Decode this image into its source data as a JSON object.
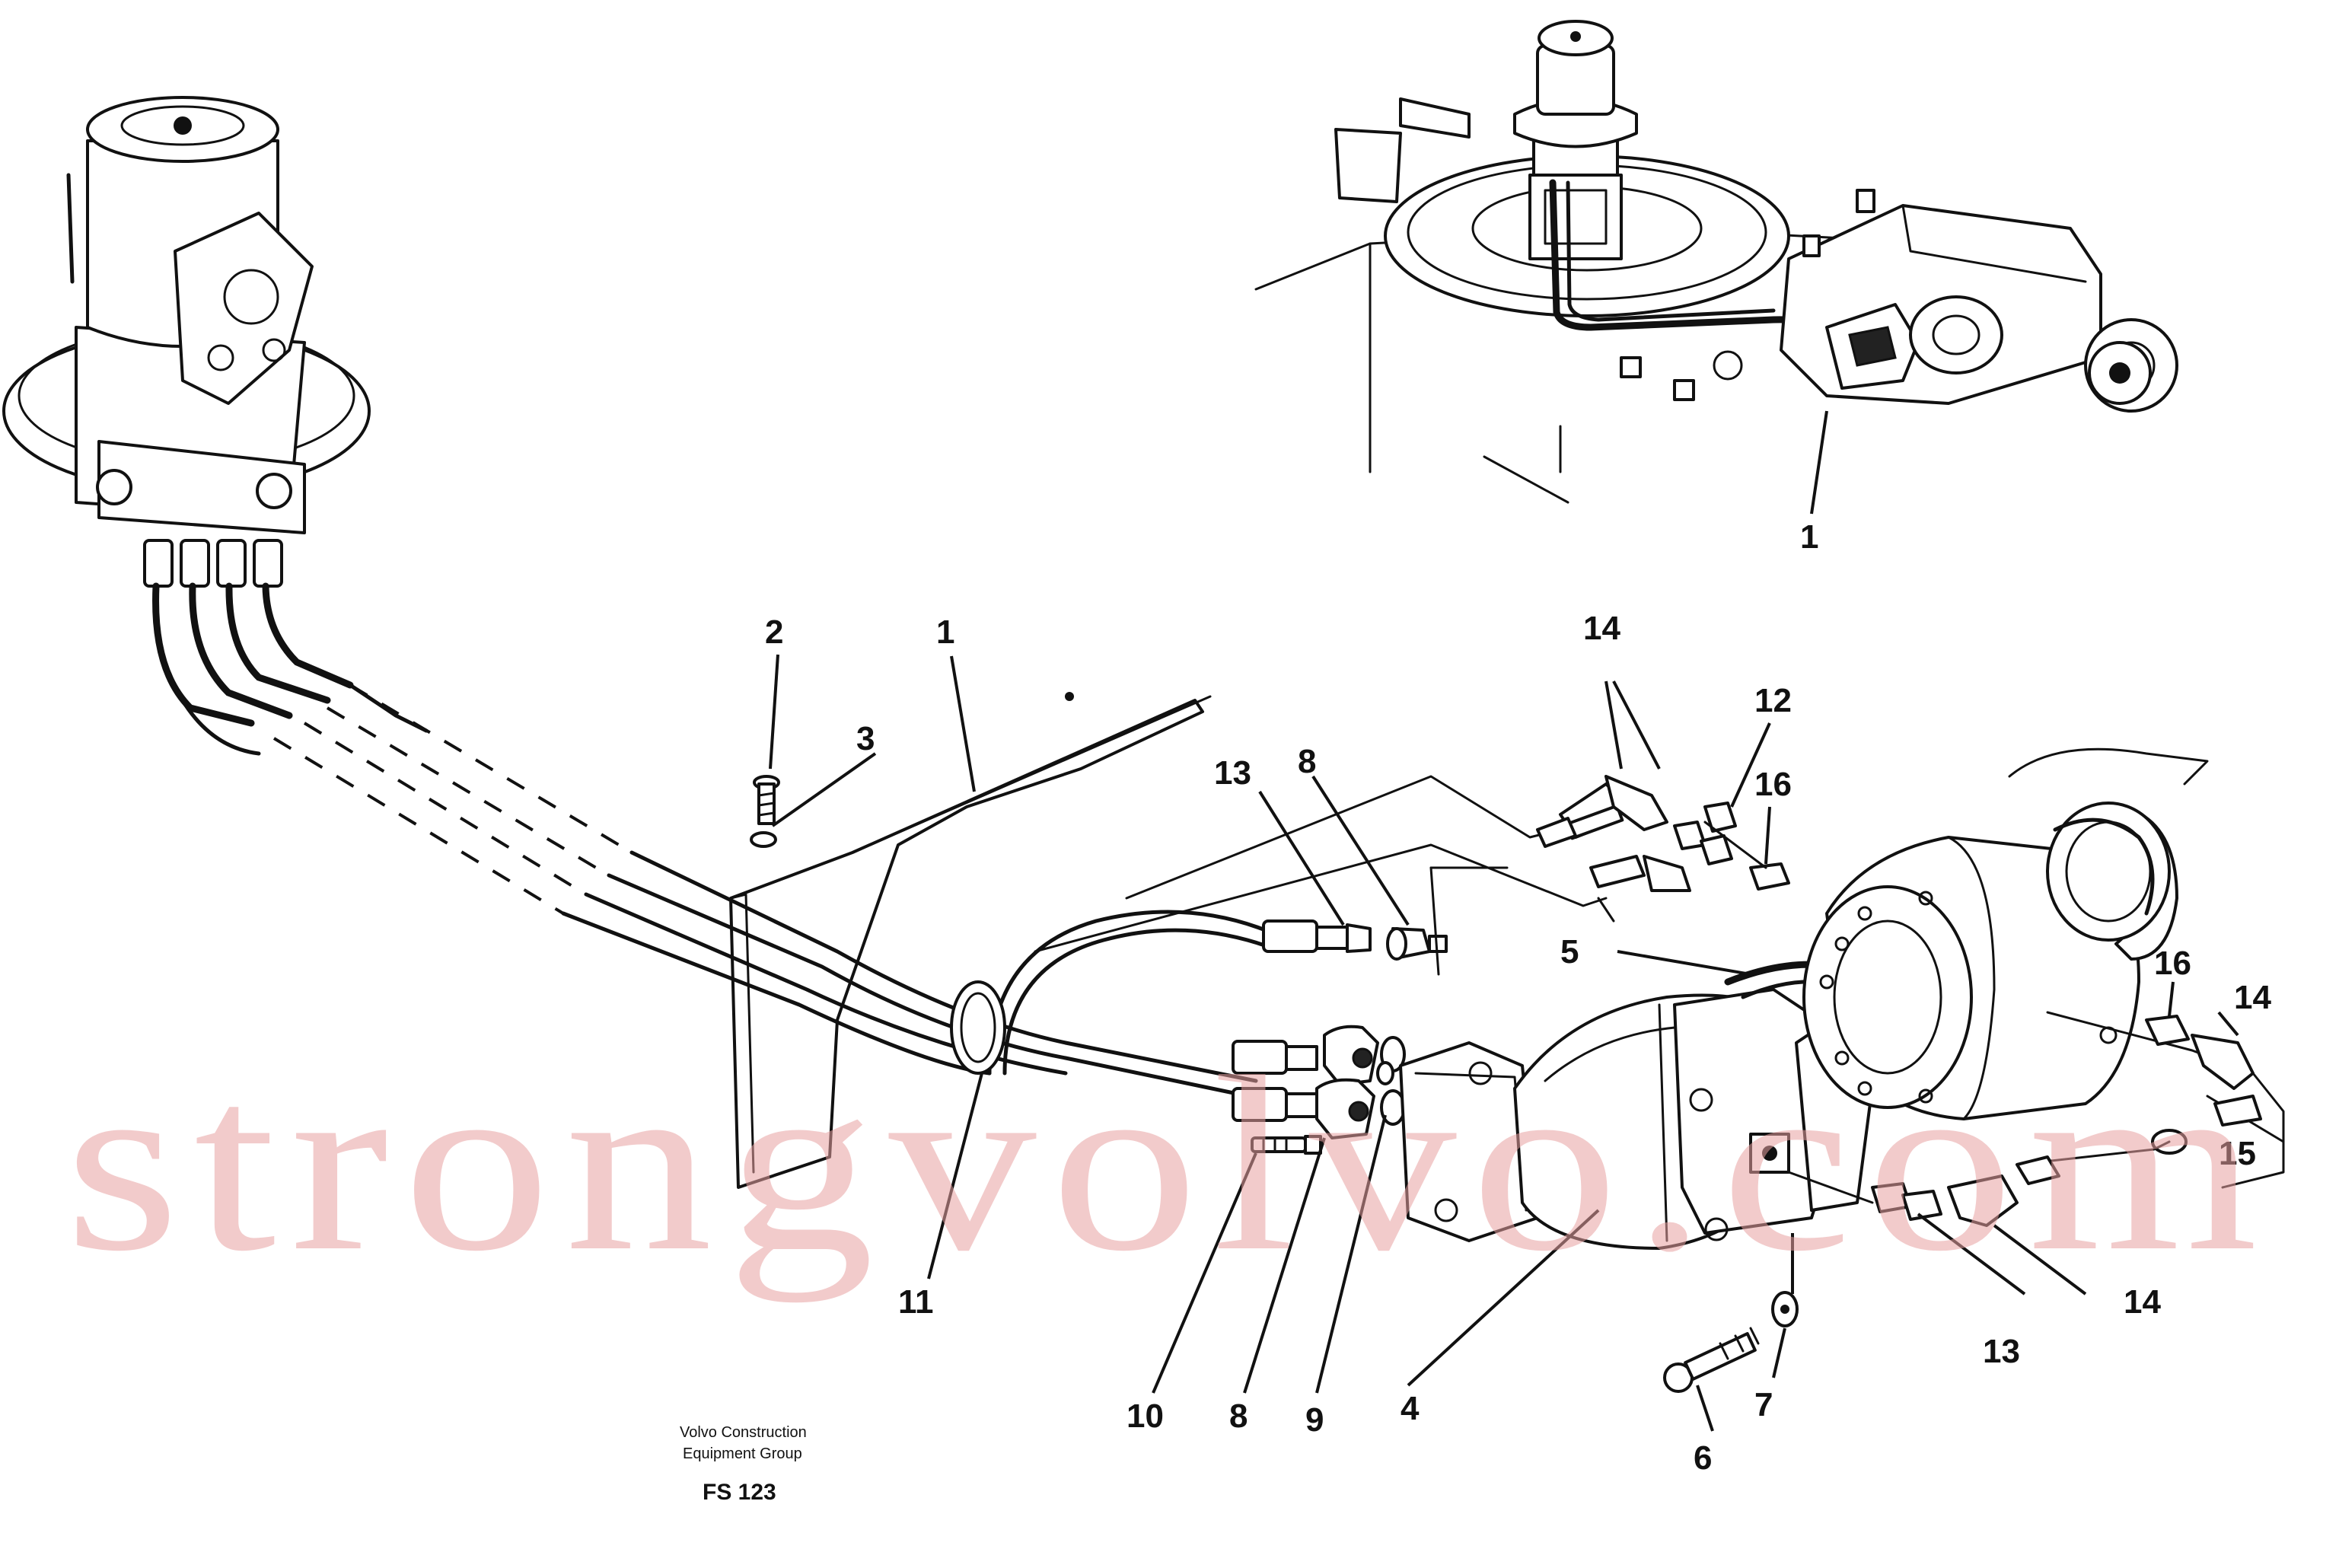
{
  "callouts": {
    "c1_inset": "1",
    "c14_top": "14",
    "c12": "12",
    "c16_top": "16",
    "c2": "2",
    "c1_main": "1",
    "c3": "3",
    "c13_left": "13",
    "c8_top": "8",
    "c5": "5",
    "c16_right": "16",
    "c14_right": "14",
    "c15_partial": "15",
    "c11": "11",
    "c10": "10",
    "c8_bottom": "8",
    "c9": "9",
    "c4": "4",
    "c14_bottom": "14",
    "c13_bottom": "13",
    "c7": "7",
    "c6": "6"
  },
  "footer": {
    "line1": "Volvo Construction",
    "line2": "Equipment Group",
    "code": "FS 123"
  },
  "watermark": "strongvolvo.com"
}
